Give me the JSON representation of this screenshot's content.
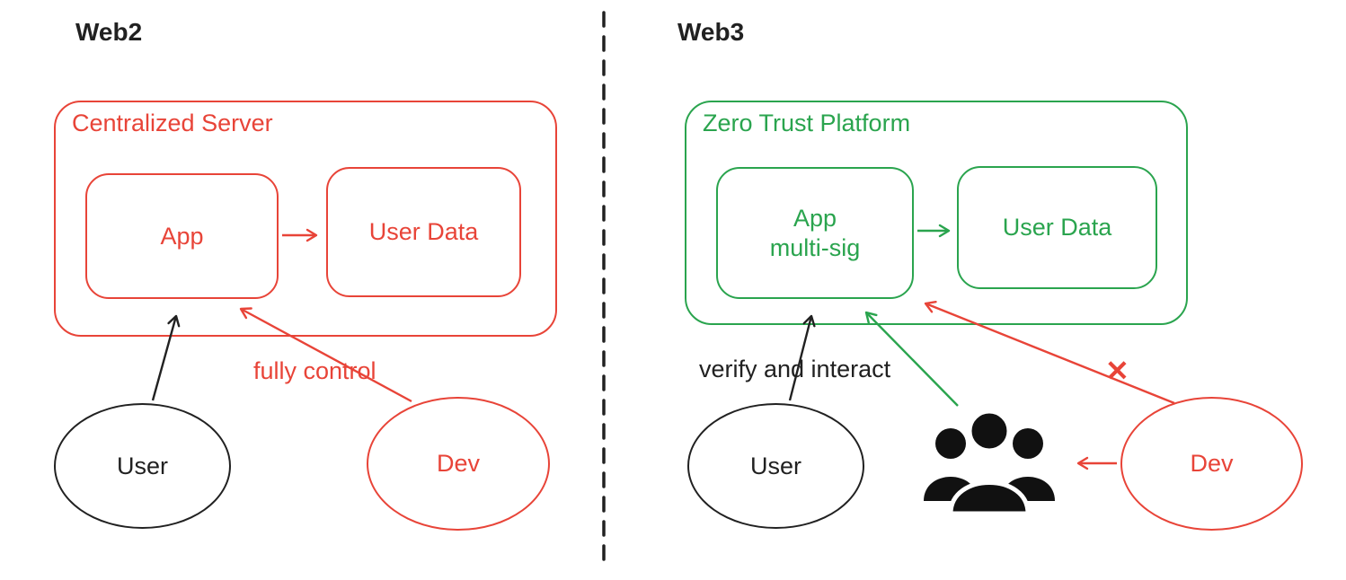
{
  "web2": {
    "title": "Web2",
    "server_label": "Centralized Server",
    "app_label": "App",
    "user_data_label": "User Data",
    "user_label": "User",
    "dev_label": "Dev",
    "control_label": "fully control"
  },
  "web3": {
    "title": "Web3",
    "platform_label": "Zero Trust Platform",
    "app_label_line1": "App",
    "app_label_line2": "multi-sig",
    "user_data_label": "User Data",
    "user_label": "User",
    "dev_label": "Dev",
    "interact_label": "verify and interact",
    "blocked_mark": "✕"
  },
  "icons": {
    "multisig_group": "users-group-icon",
    "divider": "dashed-vertical-divider"
  },
  "colors": {
    "red": "#e84438",
    "green": "#2aa44e",
    "black": "#212121"
  }
}
